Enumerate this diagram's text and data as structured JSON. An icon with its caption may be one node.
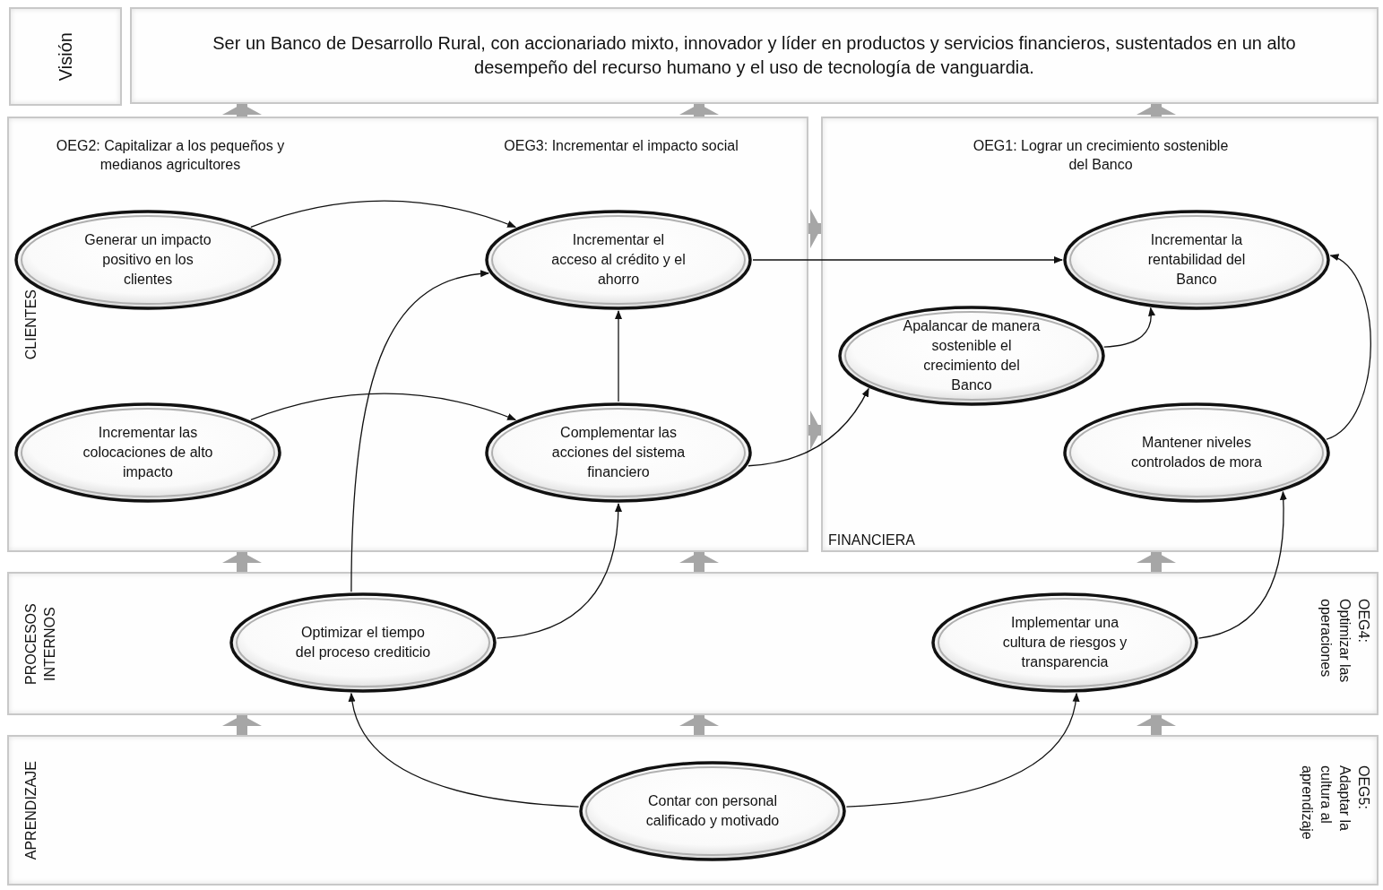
{
  "diagram": {
    "nodes": [
      {
        "text": [
          "Visión"
        ]
      },
      {
        "text": [
          "Ser un Banco de Desarrollo Rural, con accionariado mixto, innovador y líder en productos y servicios financieros, sustentados en un alto desempeño del recurso humano y el uso de tecnología de vanguardia."
        ]
      },
      {
        "text": [
          "OEG2: Capitalizar a los pequeños y medianos agricultores",
          "OEG3: Incrementar el impacto social",
          "CLIENTES"
        ]
      },
      {
        "text": [
          "OEG1: Lograr un crecimiento sostenible del Banco",
          "FINANCIERA"
        ]
      },
      {
        "text": [
          "PROCESOS INTERNOS",
          "OEG4: Optimizar las operaciones"
        ]
      },
      {
        "text": [
          "APRENDIZAJE",
          "OEG5: Adaptar la cultura al aprendizaje"
        ]
      },
      {
        "text": [
          "Generar un impacto positivo en los clientes"
        ],
        "in": 2
      },
      {
        "text": [
          "Incrementar el acceso al crédito y el ahorro"
        ],
        "in": 2
      },
      {
        "text": [
          "Incrementar las colocaciones de alto impacto"
        ],
        "in": 2
      },
      {
        "text": [
          "Complementar las acciones del sistema financiero"
        ],
        "in": 2
      },
      {
        "text": [
          "Incrementar la rentabilidad del Banco"
        ],
        "in": 3
      },
      {
        "text": [
          "Apalancar de manera sostenible el crecimiento del Banco"
        ],
        "in": 3
      },
      {
        "text": [
          "Mantener niveles controlados de mora"
        ],
        "in": 3
      },
      {
        "text": [
          "Optimizar el tiempo del proceso crediticio"
        ],
        "in": 4
      },
      {
        "text": [
          "Implementar una cultura de riesgos y transparencia"
        ],
        "in": 4
      },
      {
        "text": [
          "Contar con personal calificado y motivado"
        ],
        "in": 5
      }
    ],
    "edges": [
      {
        "from": 6,
        "to": 7,
        "arrow": "to"
      },
      {
        "from": 7,
        "to": 10,
        "arrow": "to"
      },
      {
        "from": 8,
        "to": 9,
        "arrow": "to"
      },
      {
        "from": 9,
        "to": 7,
        "arrow": "to"
      },
      {
        "from": 9,
        "to": 11,
        "arrow": "to"
      },
      {
        "from": 11,
        "to": 10,
        "arrow": "to"
      },
      {
        "from": 12,
        "to": 10,
        "arrow": "to"
      },
      {
        "from": 13,
        "to": 7,
        "arrow": "to"
      },
      {
        "from": 13,
        "to": 9,
        "arrow": "to"
      },
      {
        "from": 14,
        "to": 12,
        "arrow": "to"
      },
      {
        "from": 15,
        "to": 13,
        "arrow": "to"
      },
      {
        "from": 15,
        "to": 14,
        "arrow": "to"
      },
      {
        "from": 2,
        "to": 1,
        "arrow": "to",
        "style": "thick",
        "color": "#a6a6a6"
      },
      {
        "from": 2,
        "to": 1,
        "arrow": "to",
        "style": "thick",
        "color": "#a6a6a6"
      },
      {
        "from": 3,
        "to": 1,
        "arrow": "to",
        "style": "thick",
        "color": "#a6a6a6"
      },
      {
        "from": 2,
        "to": 3,
        "arrow": "to",
        "style": "thick",
        "color": "#a6a6a6"
      },
      {
        "from": 2,
        "to": 3,
        "arrow": "to",
        "style": "thick",
        "color": "#a6a6a6"
      },
      {
        "from": 4,
        "to": 2,
        "arrow": "to",
        "style": "thick",
        "color": "#a6a6a6"
      },
      {
        "from": 4,
        "to": 2,
        "arrow": "to",
        "style": "thick",
        "color": "#a6a6a6"
      },
      {
        "from": 4,
        "to": 3,
        "arrow": "to",
        "style": "thick",
        "color": "#a6a6a6"
      },
      {
        "from": 5,
        "to": 4,
        "arrow": "to",
        "style": "thick",
        "color": "#a6a6a6"
      },
      {
        "from": 5,
        "to": 4,
        "arrow": "to",
        "style": "thick",
        "color": "#a6a6a6"
      },
      {
        "from": 5,
        "to": 4,
        "arrow": "to",
        "style": "thick",
        "color": "#a6a6a6"
      }
    ]
  }
}
